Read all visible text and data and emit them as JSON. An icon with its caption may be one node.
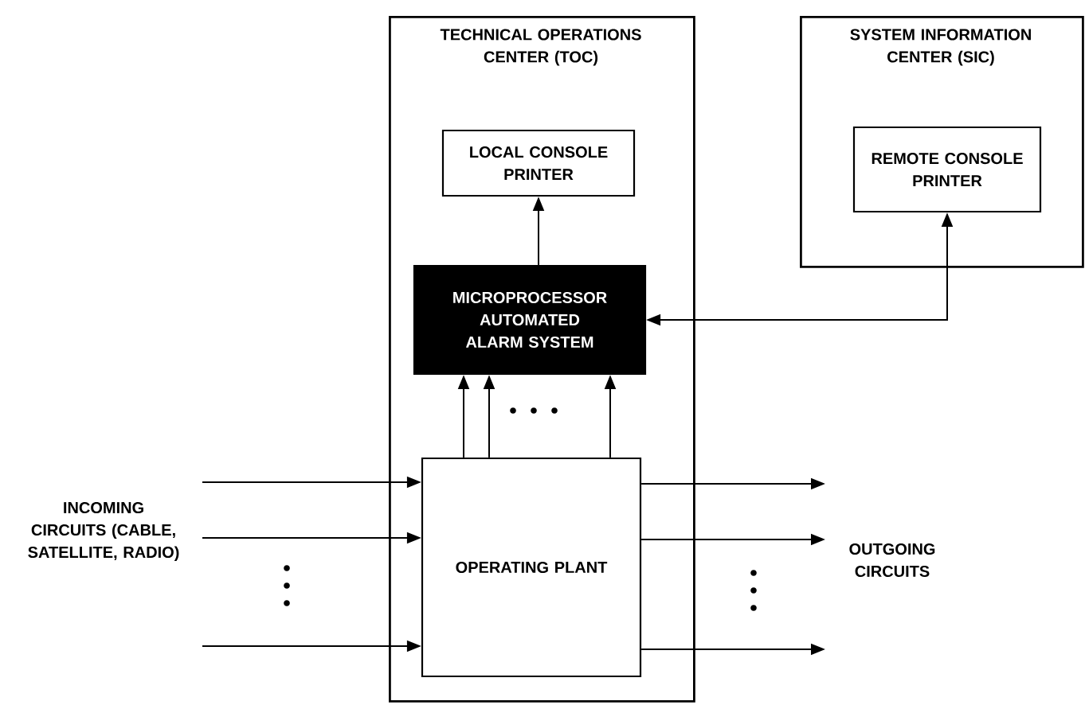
{
  "diagram": {
    "nodes": [
      {
        "text": [
          "TECHNICAL OPERATIONS CENTER (TOC)"
        ]
      },
      {
        "text": [
          "LOCAL CONSOLE PRINTER"
        ],
        "in": 0
      },
      {
        "text": [
          "MICROPROCESSOR AUTOMATED ALARM SYSTEM"
        ],
        "in": 0
      },
      {
        "text": [
          "OPERATING PLANT"
        ],
        "in": 0
      },
      {
        "text": [
          "SYSTEM INFORMATION CENTER (SIC)"
        ]
      },
      {
        "text": [
          "REMOTE CONSOLE PRINTER"
        ],
        "in": 4
      }
    ],
    "edges": [
      {
        "from": 2,
        "to": 1,
        "arrow": "to"
      },
      {
        "from": 2,
        "to": 5,
        "arrow": "both"
      },
      {
        "from": 3,
        "to": 2,
        "arrow": "to"
      },
      {
        "from": 3,
        "to": 2,
        "arrow": "to"
      },
      {
        "from": 3,
        "to": 2,
        "arrow": "to"
      },
      {
        "from": null,
        "to": 3,
        "arrow": "to"
      },
      {
        "from": null,
        "to": 3,
        "arrow": "to"
      },
      {
        "from": null,
        "to": 3,
        "arrow": "to"
      },
      {
        "from": 3,
        "to": null,
        "arrow": "to"
      },
      {
        "from": 3,
        "to": null,
        "arrow": "to"
      },
      {
        "from": 3,
        "to": null,
        "arrow": "to"
      }
    ],
    "labels": [
      "INCOMING CIRCUITS (CABLE, SATELLITE, RADIO)",
      "OUTGOING CIRCUITS"
    ]
  }
}
